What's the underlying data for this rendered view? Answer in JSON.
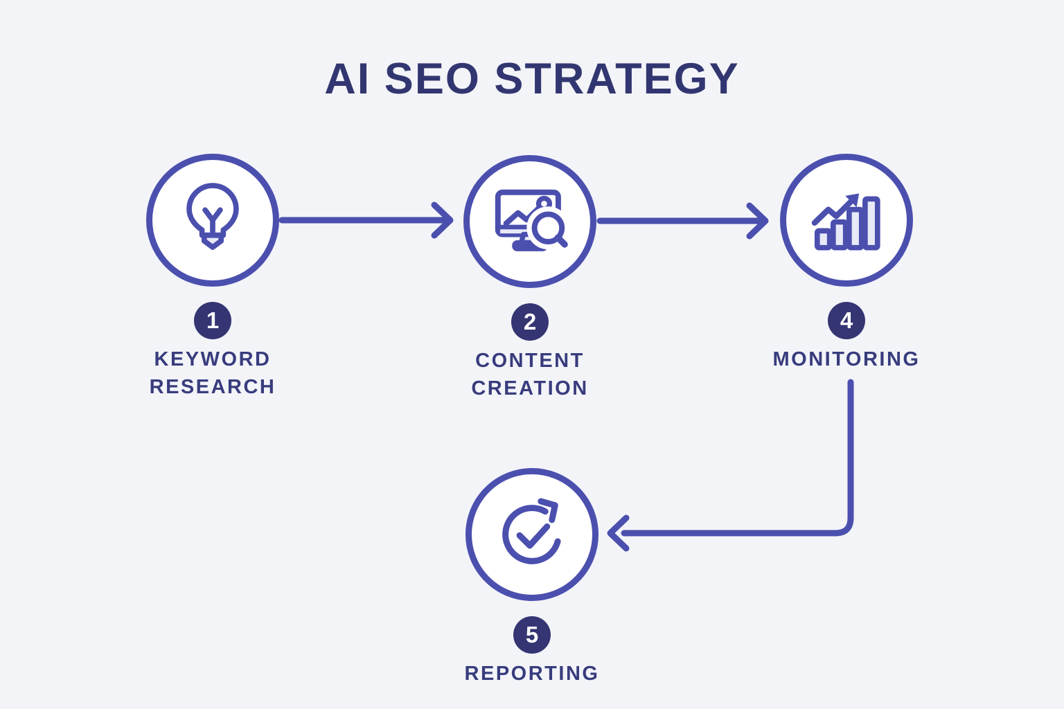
{
  "title": "AI SEO STRATEGY",
  "colors": {
    "background": "#f3f4f8",
    "primary": "#4b4fae",
    "badge": "#343572",
    "title_text": "#323670",
    "label_text": "#383c7d",
    "icon_light_fill": "#e8eaf8",
    "node_fill": "#ffffff"
  },
  "steps": [
    {
      "number": "1",
      "label": "KEYWORD\nRESEARCH",
      "icon": "lightbulb-icon"
    },
    {
      "number": "2",
      "label": "CONTENT\nCREATION",
      "icon": "monitor-analytics-search-icon"
    },
    {
      "number": "4",
      "label": "MONITORING",
      "icon": "growth-bar-chart-icon"
    },
    {
      "number": "5",
      "label": "REPORTING",
      "icon": "refresh-check-icon"
    }
  ],
  "connections": [
    {
      "from": "1",
      "to": "2",
      "type": "straight-arrow-right"
    },
    {
      "from": "2",
      "to": "4",
      "type": "straight-arrow-right"
    },
    {
      "from": "4",
      "to": "5",
      "type": "elbow-arrow-down-left"
    }
  ]
}
